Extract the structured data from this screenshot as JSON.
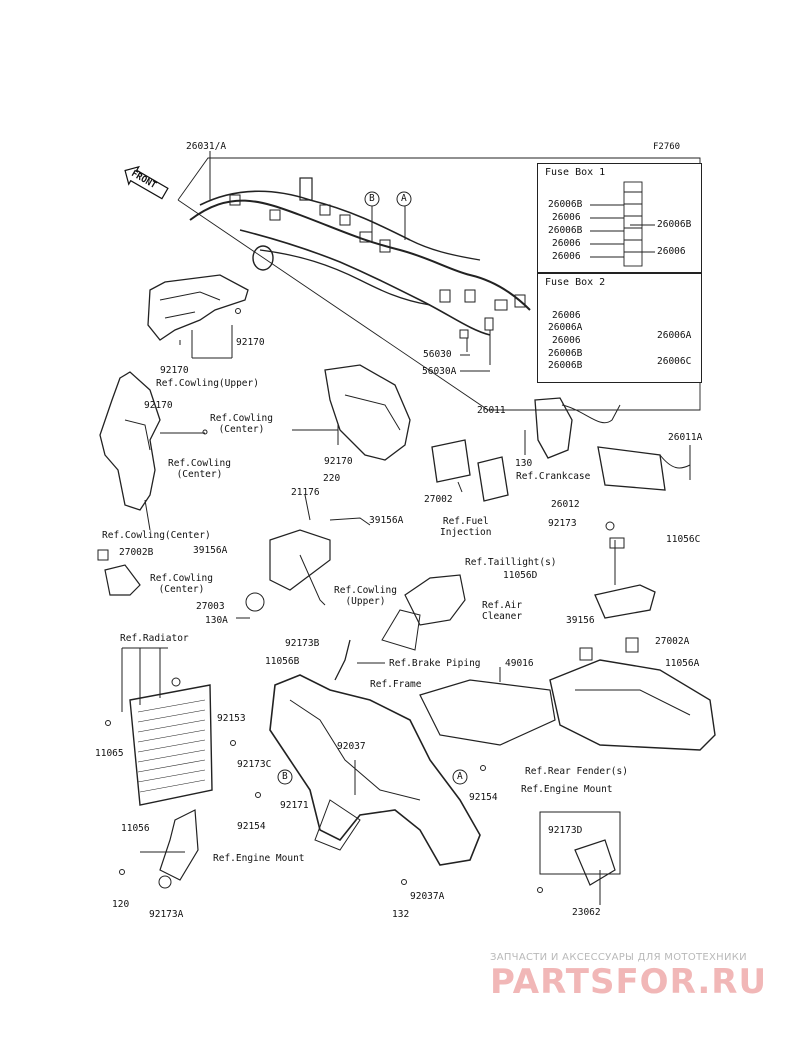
{
  "figure_code": "F2760",
  "front_label": "FRONT",
  "fuse_box_1": {
    "title": "Fuse Box 1",
    "left_labels": [
      "26006B",
      "26006",
      "26006B",
      "26006",
      "26006"
    ],
    "right_labels": [
      "26006B",
      "26006"
    ]
  },
  "fuse_box_2": {
    "title": "Fuse Box 2",
    "left_labels": [
      "26006",
      "26006A",
      "26006",
      "26006B",
      "26006B"
    ],
    "right_labels": [
      "26006A",
      "26006C"
    ]
  },
  "callouts": {
    "harness": "26031/A",
    "marker_b": "B",
    "marker_a": "A",
    "p56030": "56030",
    "p56030a": "56030A",
    "p92170_a": "92170",
    "p92170_b": "92170",
    "ref_cowling_upper_1": "Ref.Cowling(Upper)",
    "p92170_c": "92170",
    "ref_cowling_center_1": "Ref.Cowling\n(Center)",
    "ref_cowling_center_2": "Ref.Cowling\n(Center)",
    "p92170_d": "92170",
    "p26011": "26011",
    "p130_a": "130",
    "ref_crankcase": "Ref.Crankcase",
    "p26011a": "26011A",
    "p27002": "27002",
    "ref_fuel_injection": "Ref.Fuel\nInjection",
    "p26012": "26012",
    "p21176": "21176",
    "p220": "220",
    "p39156a_a": "39156A",
    "ref_cowling_center_3": "Ref.Cowling(Center)",
    "p92173": "92173",
    "p11056c": "11056C",
    "p27002b": "27002B",
    "p39156a_b": "39156A",
    "ref_cowling_center_4": "Ref.Cowling\n(Center)",
    "ref_taillight": "Ref.Taillight(s)",
    "p11056d": "11056D",
    "ref_cowling_upper_2": "Ref.Cowling\n(Upper)",
    "p27003": "27003",
    "p130a": "130A",
    "ref_air_cleaner": "Ref.Air\nCleaner",
    "p39156": "39156",
    "p27002a": "27002A",
    "ref_radiator": "Ref.Radiator",
    "p92173b": "92173B",
    "p11056b": "11056B",
    "ref_brake_piping": "Ref.Brake Piping",
    "p49016": "49016",
    "p11056a": "11056A",
    "ref_frame": "Ref.Frame",
    "p11065": "11065",
    "p92153": "92153",
    "p92173c": "92173C",
    "p92037": "92037",
    "ref_rear_fender": "Ref.Rear Fender(s)",
    "marker_b2": "B",
    "marker_a2": "A",
    "p92154_a": "92154",
    "p92154_b": "92154",
    "p92171": "92171",
    "ref_engine_mount_1": "Ref.Engine Mount",
    "p11056": "11056",
    "ref_engine_mount_2": "Ref.Engine Mount",
    "p92173d": "92173D",
    "p120": "120",
    "p92173a": "92173A",
    "p132": "132",
    "p92037a": "92037A",
    "p23062": "23062"
  },
  "watermark": {
    "caption": "ЗАПЧАСТИ И АКСЕССУАРЫ ДЛЯ МОТОТЕХНИКИ",
    "logo": "PARTSFOR.RU"
  }
}
